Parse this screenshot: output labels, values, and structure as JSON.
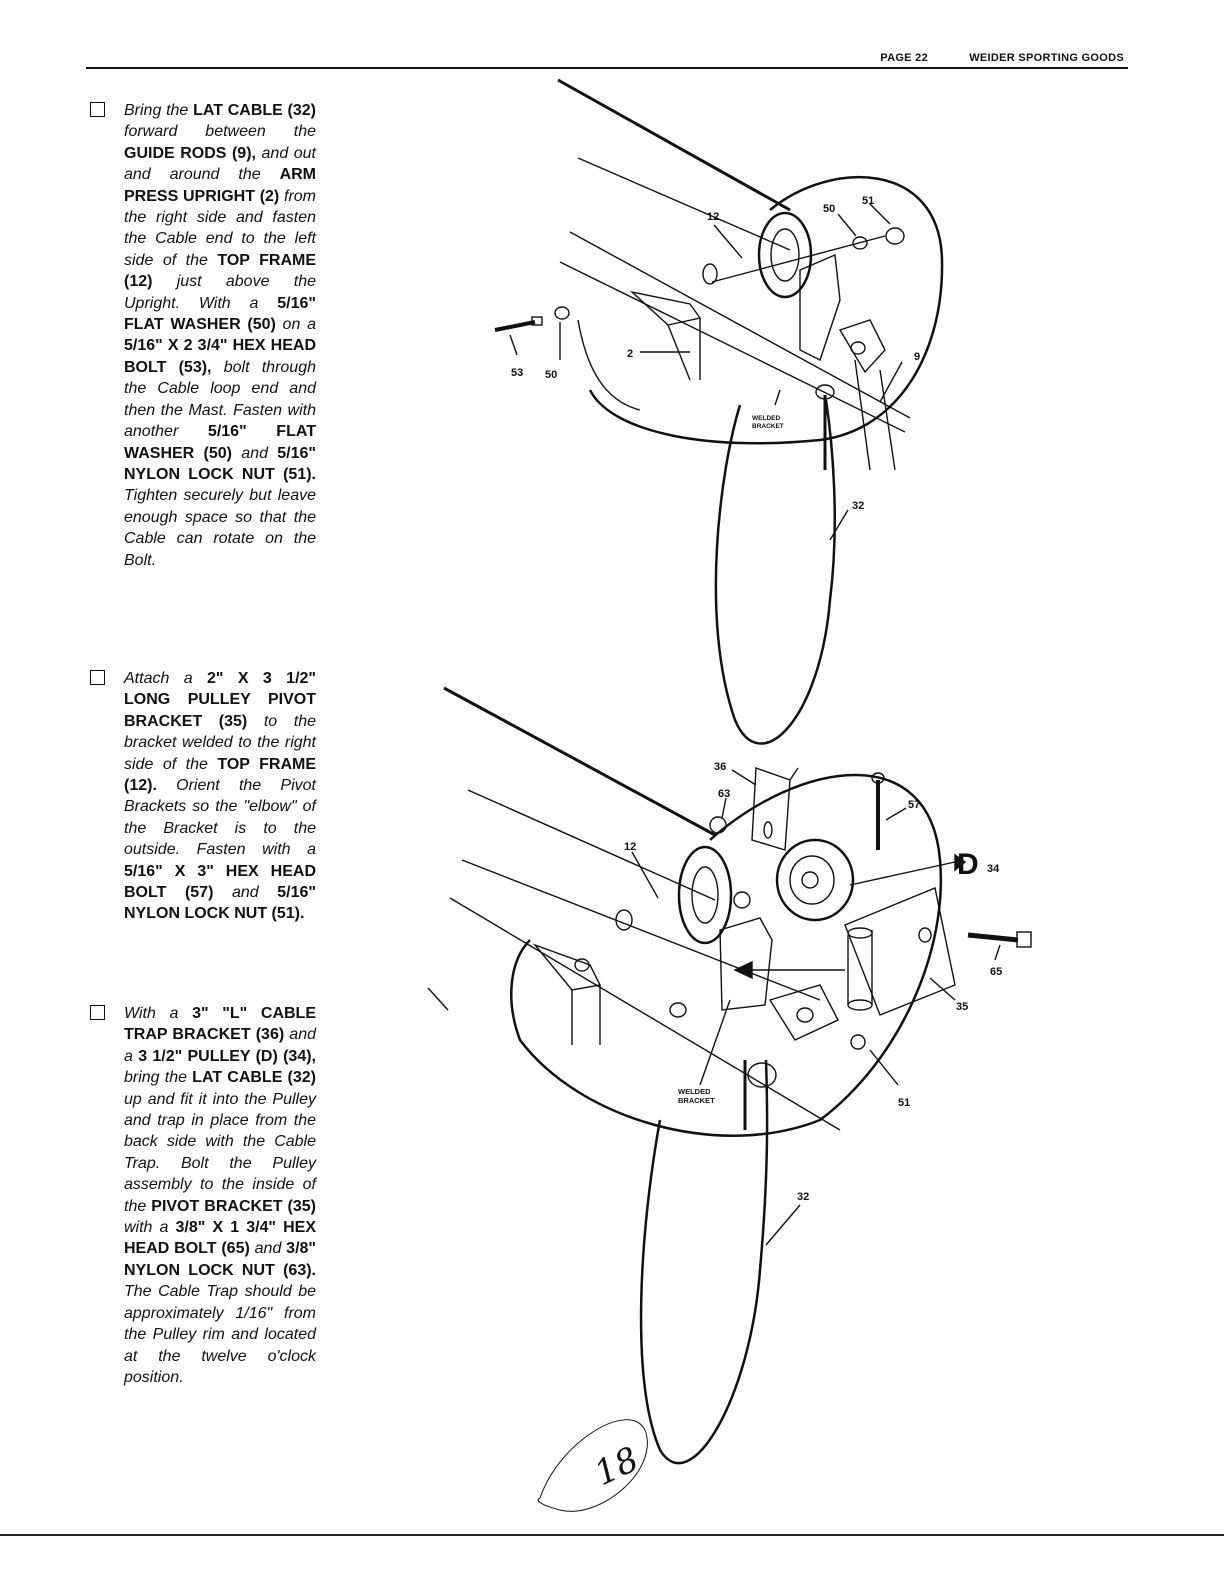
{
  "header": {
    "page_label": "PAGE  22",
    "company": "WEIDER SPORTING GOODS"
  },
  "steps": [
    {
      "segments": [
        {
          "t": "Bring the ",
          "b": false
        },
        {
          "t": "LAT CABLE (32)",
          "b": true
        },
        {
          "t": " forward between the ",
          "b": false
        },
        {
          "t": "GUIDE RODS (9),",
          "b": true
        },
        {
          "t": " and out and around the ",
          "b": false
        },
        {
          "t": "ARM PRESS UPRIGHT (2)",
          "b": true
        },
        {
          "t": " from the right side and fasten the Cable end to the left side of the ",
          "b": false
        },
        {
          "t": "TOP FRAME (12)",
          "b": true
        },
        {
          "t": " just above the Upright. With a ",
          "b": false
        },
        {
          "t": "5/16\" FLAT WASHER (50)",
          "b": true
        },
        {
          "t": " on a ",
          "b": false
        },
        {
          "t": "5/16\" X 2 3/4\" HEX HEAD BOLT (53),",
          "b": true
        },
        {
          "t": " bolt through the Cable loop end and then the Mast. Fasten with another ",
          "b": false
        },
        {
          "t": "5/16\" FLAT WASHER (50)",
          "b": true
        },
        {
          "t": " and ",
          "b": false
        },
        {
          "t": "5/16\" NYLON LOCK NUT (51).",
          "b": true
        },
        {
          "t": " Tighten securely but leave enough space so that the Cable can rotate on the Bolt.",
          "b": false
        }
      ]
    },
    {
      "segments": [
        {
          "t": "Attach a ",
          "b": false
        },
        {
          "t": "2\" X 3 1/2\" LONG PULLEY PIVOT BRACKET (35)",
          "b": true
        },
        {
          "t": " to the bracket welded to the right side of the ",
          "b": false
        },
        {
          "t": "TOP FRAME (12).",
          "b": true
        },
        {
          "t": " Orient the Pivot Brackets so the \"elbow\" of the Bracket is to the outside. Fasten with a ",
          "b": false
        },
        {
          "t": "5/16\" X 3\" HEX HEAD BOLT (57)",
          "b": true
        },
        {
          "t": " and ",
          "b": false
        },
        {
          "t": "5/16\" NYLON LOCK NUT (51).",
          "b": true
        }
      ]
    },
    {
      "segments": [
        {
          "t": "With a ",
          "b": false
        },
        {
          "t": "3\" \"L\" CABLE TRAP BRACKET (36)",
          "b": true
        },
        {
          "t": " and a ",
          "b": false
        },
        {
          "t": "3 1/2\" PULLEY (D) (34),",
          "b": true
        },
        {
          "t": " bring the ",
          "b": false
        },
        {
          "t": "LAT CABLE (32)",
          "b": true
        },
        {
          "t": " up and fit it into the Pulley and trap in place from the back side with the Cable Trap. Bolt the Pulley assembly to the inside of the ",
          "b": false
        },
        {
          "t": "PIVOT BRACKET (35)",
          "b": true
        },
        {
          "t": " with a ",
          "b": false
        },
        {
          "t": "3/8\" X 1 3/4\" HEX HEAD BOLT (65)",
          "b": true
        },
        {
          "t": " and ",
          "b": false
        },
        {
          "t": "3/8\" NYLON LOCK NUT (63).",
          "b": true
        },
        {
          "t": " The Cable Trap should be approximately 1/16\" from the Pulley rim and located at the twelve o'clock position.",
          "b": false
        }
      ]
    }
  ],
  "figure_top": {
    "callouts": [
      "12",
      "50",
      "51",
      "2",
      "9",
      "53",
      "50",
      "32"
    ],
    "welded_bracket": [
      "WELDED",
      "BRACKET"
    ]
  },
  "figure_bottom": {
    "callouts": [
      "36",
      "63",
      "57",
      "12",
      "34",
      "65",
      "35",
      "51",
      "32"
    ],
    "pulley_letter": "D",
    "welded_bracket": [
      "WELDED",
      "BRACKET"
    ]
  },
  "handwritten_page_mark": "18"
}
